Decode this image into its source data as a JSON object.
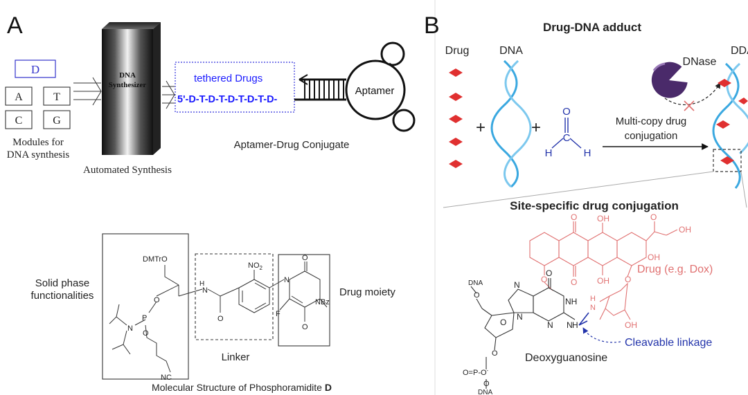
{
  "panel_a": {
    "label": "A",
    "modules": {
      "d": "D",
      "a": "A",
      "t": "T",
      "c": "C",
      "g": "G"
    },
    "modules_caption_1": "Modules for",
    "modules_caption_2": "DNA synthesis",
    "synth_line_1": "DNA",
    "synth_line_2": "Synthesizer",
    "automated_caption": "Automated Synthesis",
    "tethered_label": "tethered Drugs",
    "sequence": "5'-D-T-D-T-D-T-D-T-D-",
    "aptamer_label": "Aptamer",
    "conjugate_caption": "Aptamer-Drug Conjugate",
    "solid_phase_1": "Solid phase",
    "solid_phase_2": "functionalities",
    "linker_label": "Linker",
    "drug_moiety_label": "Drug moiety",
    "dmtro": "DMTrO",
    "no2": "NO",
    "no2_sub": "2",
    "nbz": "NBz",
    "n_atom": "N",
    "o_atom": "O",
    "p_atom": "P",
    "h_atom": "H",
    "f_atom": "F",
    "nc_atom": "NC",
    "structure_caption": "Molecular Structure of Phosphoramidite ",
    "structure_caption_bold": "D",
    "colors": {
      "sequence_blue": "#1a1aff",
      "tethered_blue": "#1a1aff"
    }
  },
  "panel_b": {
    "label": "B",
    "title": "Drug-DNA adduct",
    "drug_label": "Drug",
    "dna_label": "DNA",
    "dnase_label": "DNase",
    "dda_label": "DDA",
    "plus_1": "+",
    "plus_2": "+",
    "formaldehyde_o": "O",
    "formaldehyde_c": "C",
    "formaldehyde_h1": "H",
    "formaldehyde_h2": "H",
    "multi_copy_1": "Multi-copy drug",
    "multi_copy_2": "conjugation",
    "site_specific_title": "Site-specific drug conjugation",
    "drug_eg": "Drug (e.g. Dox)",
    "cleavable": "Cleavable linkage",
    "deoxyguanosine": "Deoxyguanosine",
    "dna_top": "DNA",
    "dna_bottom": "DNA",
    "o_atom": "O",
    "oh_atom": "OH",
    "nh_atom": "NH",
    "nh2_atom": "N",
    "h_atom": "H",
    "phosphate": "O=P-O",
    "phosphate_minus": "-",
    "colors": {
      "dna_blue": "#3aa8e0",
      "drug_red": "#e03030",
      "dox_pink": "#e07070",
      "cleavable_blue": "#2233aa",
      "dnase_purple": "#4a2a6a"
    }
  }
}
